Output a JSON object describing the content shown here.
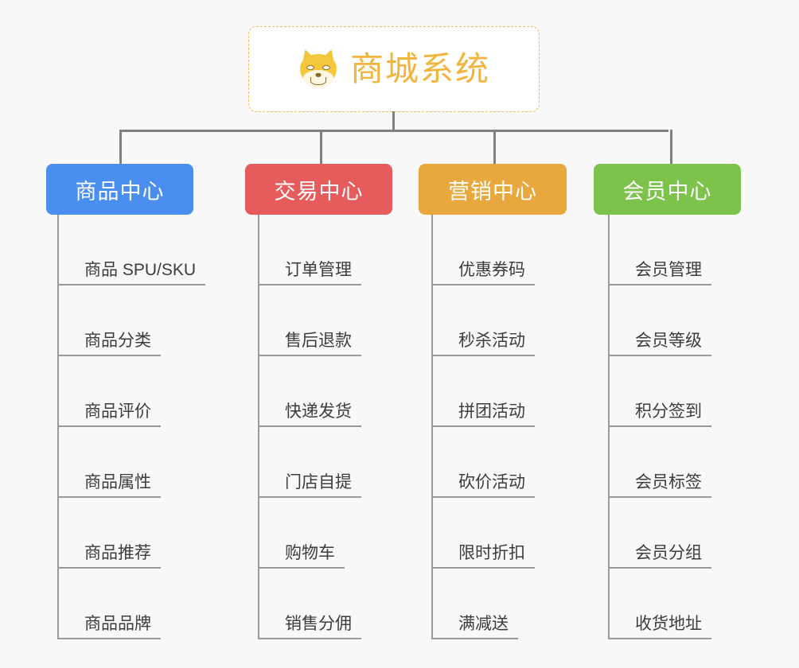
{
  "root": {
    "title": "商城系统",
    "icon": "shiba-dog-face-icon",
    "border_color": "#f0b95c",
    "text_color": "#f2b43c",
    "background": "#ffffff"
  },
  "canvas": {
    "background": "#f8f8f8",
    "connector_color": "#808080",
    "leaf_line_color": "#999999"
  },
  "branches": [
    {
      "label": "商品中心",
      "color": "#4a8ff0",
      "leaves": [
        "商品 SPU/SKU",
        "商品分类",
        "商品评价",
        "商品属性",
        "商品推荐",
        "商品品牌"
      ]
    },
    {
      "label": "交易中心",
      "color": "#e65c5c",
      "leaves": [
        "订单管理",
        "售后退款",
        "快递发货",
        "门店自提",
        "购物车",
        "销售分佣"
      ]
    },
    {
      "label": "营销中心",
      "color": "#e8a83d",
      "leaves": [
        "优惠券码",
        "秒杀活动",
        "拼团活动",
        "砍价活动",
        "限时折扣",
        "满减送"
      ]
    },
    {
      "label": "会员中心",
      "color": "#7dc24b",
      "leaves": [
        "会员管理",
        "会员等级",
        "积分签到",
        "会员标签",
        "会员分组",
        "收货地址"
      ]
    }
  ]
}
